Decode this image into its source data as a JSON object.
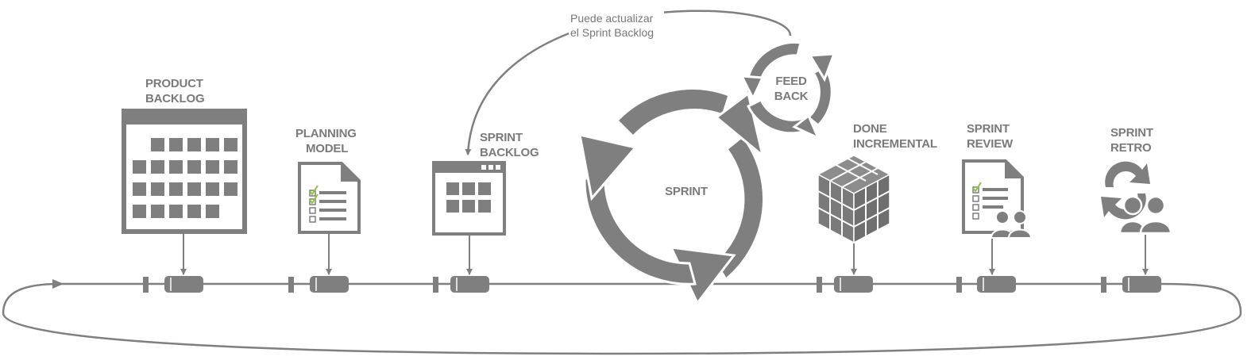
{
  "colors": {
    "main_gray": "#7f7f7f",
    "label_gray": "#7a7a7a",
    "check_green": "#8cc63f",
    "background": "#ffffff"
  },
  "stages": [
    {
      "id": "product-backlog",
      "line1": "PRODUCT",
      "line2": "BACKLOG",
      "icon": "calendar-grid-icon"
    },
    {
      "id": "planning-model",
      "line1": "PLANNING",
      "line2": "MODEL",
      "icon": "checklist-document-icon"
    },
    {
      "id": "sprint-backlog",
      "line1": "SPRINT",
      "line2": "BACKLOG",
      "icon": "window-grid-icon"
    },
    {
      "id": "sprint",
      "line1": "SPRINT",
      "icon": "cycle-arrows-icon"
    },
    {
      "id": "feedback",
      "line1": "FEED",
      "line2": "BACK",
      "icon": "small-cycle-arrows-icon"
    },
    {
      "id": "done-incremental",
      "line1": "DONE",
      "line2": "INCREMENTAL",
      "icon": "cube-icon"
    },
    {
      "id": "sprint-review",
      "line1": "SPRINT",
      "line2": "REVIEW",
      "icon": "document-with-people-icon"
    },
    {
      "id": "sprint-retro",
      "line1": "SPRINT",
      "line2": "RETRO",
      "icon": "refresh-people-icon"
    }
  ],
  "annotation": {
    "line1": "Puede actualizar",
    "line2": "el Sprint Backlog"
  }
}
